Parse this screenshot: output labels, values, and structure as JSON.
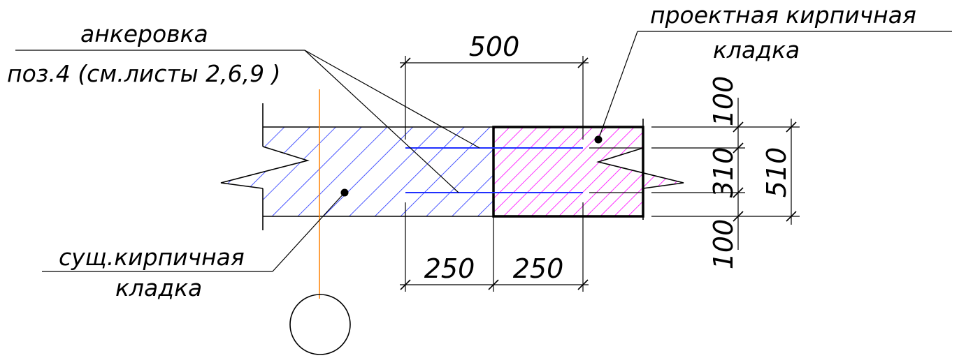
{
  "labels": {
    "anchor_line1": "анкеровка",
    "anchor_line2": "поз.4 (см.листы 2,6,9 )",
    "existing_line1": "сущ.кирпичная",
    "existing_line2": "кладка",
    "design_line1": "проектная кирпичная",
    "design_line2": "кладка"
  },
  "dimensions": {
    "top_total": "500",
    "bottom_left": "250",
    "bottom_right": "250",
    "right_top": "100",
    "right_mid": "310",
    "right_bottom": "100",
    "right_total": "510"
  },
  "colors": {
    "existing_hatch": "#0000ff",
    "design_hatch": "#ff00ff",
    "axis_line": "#ff8000",
    "lines": "#000000"
  }
}
